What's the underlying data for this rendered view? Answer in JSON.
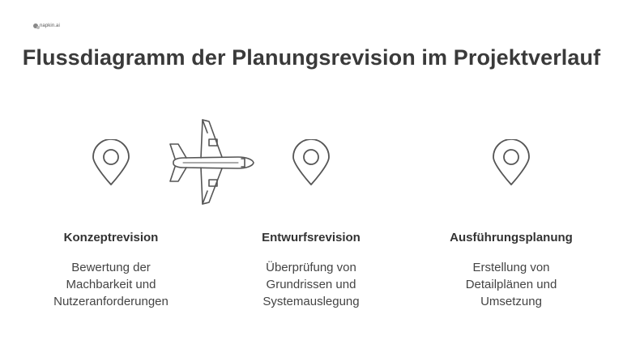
{
  "logo": {
    "text": "napkin.ai"
  },
  "title": "Flussdiagramm der Planungsrevision im Projektverlauf",
  "stages": [
    {
      "title": "Konzeptrevision",
      "desc_lines": [
        "Bewertung der",
        "Machbarkeit und",
        "Nutzeranforderungen"
      ],
      "icon": "map-pin-icon"
    },
    {
      "title": "Entwurfsrevision",
      "desc_lines": [
        "Überprüfung von",
        "Grundrissen und",
        "Systemauslegung"
      ],
      "icon": "map-pin-icon"
    },
    {
      "title": "Ausführungsplanung",
      "desc_lines": [
        "Erstellung von",
        "Detailplänen und",
        "Umsetzung"
      ],
      "icon": "map-pin-icon"
    }
  ],
  "traveler_icon": "airplane-icon",
  "colors": {
    "stroke": "#555555",
    "text": "#333333"
  }
}
